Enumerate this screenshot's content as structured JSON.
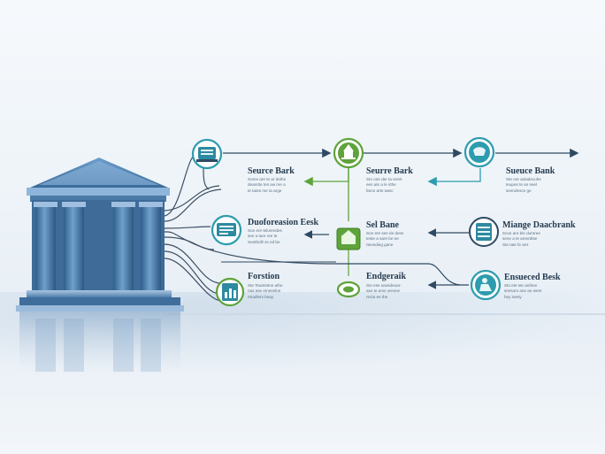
{
  "colors": {
    "teal": "#2d9cae",
    "navy": "#2e4a63",
    "green": "#5ea33b",
    "line": "#3d5064",
    "bank_blue": "#3b6f9c"
  },
  "bank": {
    "icon": "bank-building-icon"
  },
  "nodes": [
    {
      "id": "n1",
      "label": "Seurce Bark",
      "icon": "bank-register-icon",
      "color": "teal",
      "desc": "Some are te ar dethe\ndeamtte tes aw me a\nte tates me ta arge"
    },
    {
      "id": "n2",
      "label": "Duoforeasion Eesk",
      "icon": "bank-ledger-icon",
      "color": "teal",
      "desc": "Son ere telurendes\nsee a tare ree te\nSeetbrdh te ed be"
    },
    {
      "id": "n3",
      "label": "Forstion",
      "icon": "document-chart-icon",
      "color": "green",
      "desc": "Ste Teantstme athe\nnas ase emeselne\nrtnadlers beay"
    },
    {
      "id": "n4",
      "label": "Seurre Bark",
      "icon": "tower-icon",
      "color": "green",
      "desc": "Sto one der ta veret\nees ate a le sthe\nfarce arte taetc"
    },
    {
      "id": "n5",
      "label": "Sel Bane",
      "icon": "vault-icon",
      "color": "green",
      "desc": "Son ere see de dese\nteste a sare be ee\nrteesdieg gane"
    },
    {
      "id": "n6",
      "label": "Endgeraik",
      "icon": "green-pin-icon",
      "color": "green",
      "desc": "Sto ese saosdeuar-\nase te ame aresne\nrecta ee the"
    },
    {
      "id": "n7",
      "label": "Sueuce Bank",
      "icon": "safe-icon",
      "color": "teal",
      "desc": "Ste ore astadecuhe\nteupes te an seel\nseendesce ge"
    },
    {
      "id": "n8",
      "label": "Miange Daacbrank",
      "icon": "database-icon",
      "color": "navy",
      "desc": "Scoe are ble dureree\nsene a te amerdtse\nSte tate fe wrs"
    },
    {
      "id": "n9",
      "label": "Ensueced Besk",
      "icon": "person-desk-icon",
      "color": "teal",
      "desc": "Sto ete ste anthee\nseesom ane ae weet\nhey seety"
    }
  ]
}
